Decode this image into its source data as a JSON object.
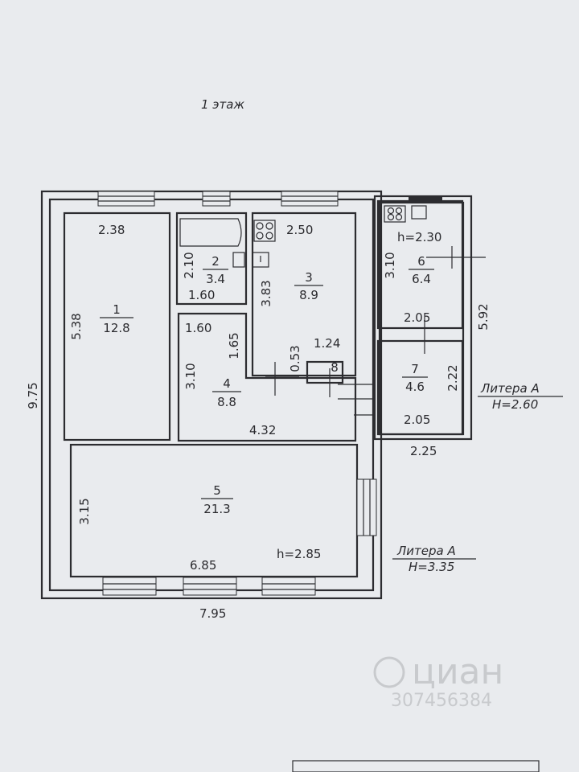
{
  "floor_title": "1 этаж",
  "rooms": [
    {
      "number": "1",
      "area": "12.8"
    },
    {
      "number": "2",
      "area": "3.4"
    },
    {
      "number": "3",
      "area": "8.9"
    },
    {
      "number": "4",
      "area": "8.8"
    },
    {
      "number": "5",
      "area": "21.3"
    },
    {
      "number": "6",
      "area": "6.4"
    },
    {
      "number": "7",
      "area": "4.6"
    },
    {
      "number": "8",
      "area": ""
    }
  ],
  "dimensions": {
    "r1_width": "2.38",
    "r1_length": "5.38",
    "r2_width": "1.60",
    "r2_length": "2.10",
    "r3_width": "2.50",
    "r3_length": "3.83",
    "r4_width": "1.60",
    "r4_depth": "1.65",
    "r4_length": "3.10",
    "r4_bottom": "4.32",
    "r8_small": "0.53",
    "r8_width": "1.24",
    "r5_width": "6.85",
    "r5_length": "3.15",
    "r6_height": "h=2.30",
    "r6_length": "3.10",
    "r6_width": "2.05",
    "r7_length": "2.22",
    "r7_width": "2.05",
    "total_height": "9.75",
    "total_width": "7.95",
    "annex_height": "5.92",
    "annex_width": "2.25",
    "r5_height": "h=2.85"
  },
  "litera_annex": {
    "name": "Литера А",
    "height": "H=2.60"
  },
  "litera_main": {
    "name": "Литера А",
    "height": "H=3.35"
  },
  "watermark": {
    "brand": "циан",
    "id": "307456384"
  }
}
